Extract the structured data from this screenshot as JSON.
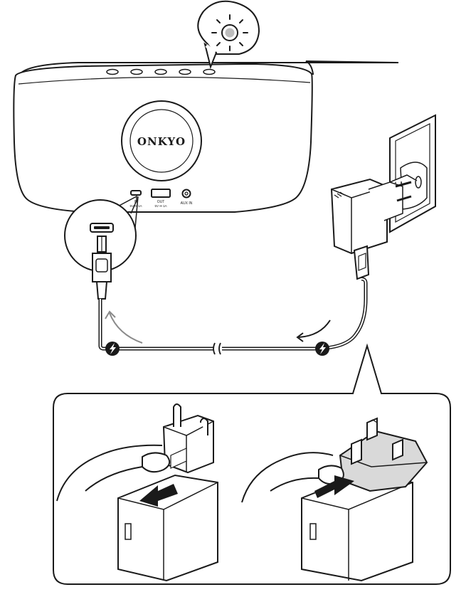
{
  "speaker": {
    "brand": "ONKYO",
    "ports": {
      "in_label": "IN",
      "in_rating": "5V ⎓ 1A",
      "out_label": "OUT",
      "out_rating": "5V ⎓ 1A",
      "aux_label": "AUX IN"
    },
    "top_buttons": 5
  },
  "icons": {
    "indicator": "power-led-indicator-icon",
    "charge": "lightning-charge-icon",
    "cable_break": "cable-break-symbol"
  },
  "colors": {
    "line": "#1a1a1a",
    "adapter_highlight": "#d9d9d9",
    "arrow_fill": "#1a1a1a",
    "background": "#ffffff"
  }
}
